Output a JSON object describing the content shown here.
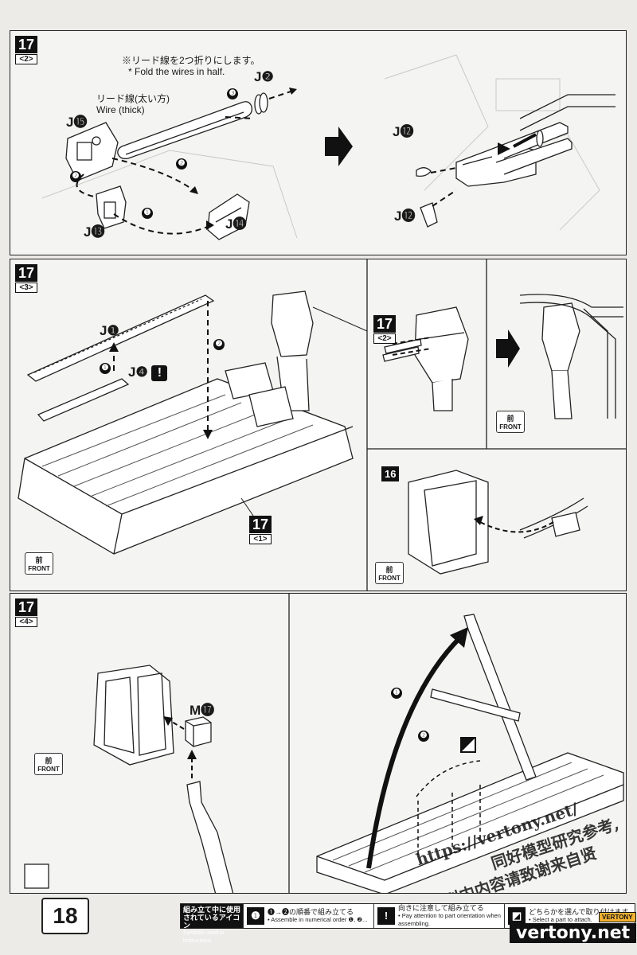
{
  "steps": {
    "s2": {
      "num": "17",
      "sub": "<2>"
    },
    "s3": {
      "num": "17",
      "sub": "<3>"
    },
    "s3ref": {
      "num": "17",
      "sub": "<2>"
    },
    "s3base": {
      "num": "17",
      "sub": "<1>"
    },
    "s4": {
      "num": "17",
      "sub": "<4>"
    }
  },
  "panel1": {
    "note_jp": "※リード線を2つ折りにします。",
    "note_en": "* Fold the wires in half.",
    "wire_jp": "リード線(太い方)",
    "wire_en": "Wire (thick)",
    "parts": {
      "j2": "J❷",
      "j15": "J⓯",
      "j13": "J⓭",
      "j14": "J⓮",
      "j12a": "J⓬",
      "j12b": "J⓬"
    },
    "seq": [
      "❶",
      "❷",
      "❷",
      "❸"
    ]
  },
  "panel2": {
    "parts": {
      "j1": "J❶",
      "j4": "J❹",
      "p16": "16"
    },
    "warn": "!",
    "seq": [
      "❶",
      "❷"
    ],
    "front_jp": "前",
    "front_en": "FRONT"
  },
  "panel3": {
    "parts": {
      "m17": "M⓱"
    },
    "seq": [
      "❶",
      "❷"
    ],
    "front_jp": "前",
    "front_en": "FRONT"
  },
  "footer": {
    "page_number": "18",
    "legend_title_jp": "組み立て中に使用されているアイコン",
    "legend_title_en": "Symbols used in instructions",
    "items": [
      {
        "icon": "❶",
        "jp": "❶→❷の順番で組み立てる",
        "en": "• Assemble in numerical order ❶, ❷..."
      },
      {
        "icon": "!",
        "jp": "向きに注意して組み立てる",
        "en": "• Pay attention to part orientation when assembling."
      },
      {
        "icon": "◩",
        "jp": "どちらかを選んで取り付けます",
        "en": "• Select a part to attach."
      }
    ]
  },
  "watermark": {
    "line1": "https://vertony.net/",
    "line2": "同好模型研究参考,",
    "line3": "刊内内容请致谢来自贤",
    "brand": "vertony.net",
    "brand_tag": "VERTONY"
  }
}
